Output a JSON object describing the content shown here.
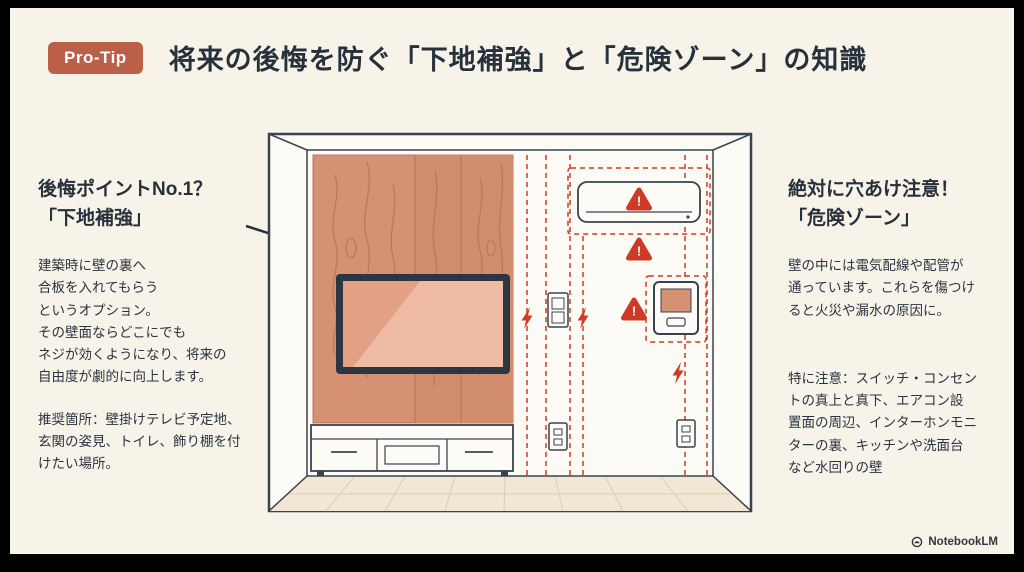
{
  "header": {
    "badge": "Pro-Tip",
    "title": "将来の後悔を防ぐ「下地補強」と「危険ゾーン」の知識"
  },
  "left_panel": {
    "heading": "後悔ポイントNo.1？\n「下地補強」",
    "body": "建築時に壁の裏へ\n合板を入れてもらう\nというオプション。\nその壁面ならどこにでも\nネジが効くようになり、将来の\n自由度が劇的に向上します。",
    "recommendation": "推奨箇所：壁掛けテレビ予定地、\n玄関の姿見、トイレ、飾り棚を付\nけたい場所。"
  },
  "right_panel": {
    "heading": "絶対に穴あけ注意！\n「危険ゾーン」",
    "body": "壁の中には電気配線や配管が\n通っています。これらを傷つけ\nると火災や漏水の原因に。",
    "caution": "特に注意：スイッチ・コンセン\nトの真上と真下、エアコン設\n置面の周辺、インターホンモニ\nターの裏、キッチンや洗面台\nなど水回りの壁"
  },
  "illustration": {
    "warning_glyph": "!",
    "elements": [
      "wood-panel",
      "tv",
      "tv-stand",
      "air-conditioner",
      "intercom",
      "light-switch",
      "outlets",
      "danger-zone-lines",
      "lightning-bolts"
    ]
  },
  "footer": {
    "brand": "NotebookLM"
  },
  "colors": {
    "slide_background": "#f8f3e9",
    "frame": "#000000",
    "accent_terracotta": "#bb5f46",
    "text_dark": "#27313c",
    "danger_red": "#cf3a27",
    "wood_panel": "#d69175"
  }
}
